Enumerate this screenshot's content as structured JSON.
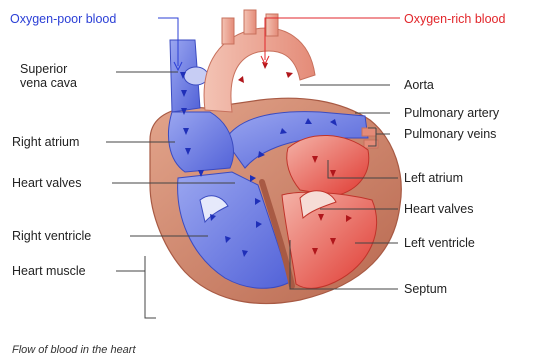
{
  "diagram": {
    "caption": "Flow of blood in the heart",
    "headers": {
      "oxygen_poor": "Oxygen-poor blood",
      "oxygen_rich": "Oxygen-rich blood"
    },
    "labels": {
      "superior_vena_cava_line1": "Superior",
      "superior_vena_cava_line2": "vena cava",
      "right_atrium": "Right atrium",
      "heart_valves_left_side": "Heart valves",
      "right_ventricle": "Right ventricle",
      "heart_muscle": "Heart muscle",
      "aorta": "Aorta",
      "pulmonary_artery": "Pulmonary artery",
      "pulmonary_veins": "Pulmonary veins",
      "left_atrium": "Left atrium",
      "heart_valves_right_side": "Heart valves",
      "left_ventricle": "Left ventricle",
      "septum": "Septum"
    },
    "colors": {
      "oxygen_poor": "#2b3fd6",
      "oxygen_rich": "#e2262b",
      "muscle": "#c9836a",
      "leader_line": "#444444"
    }
  }
}
